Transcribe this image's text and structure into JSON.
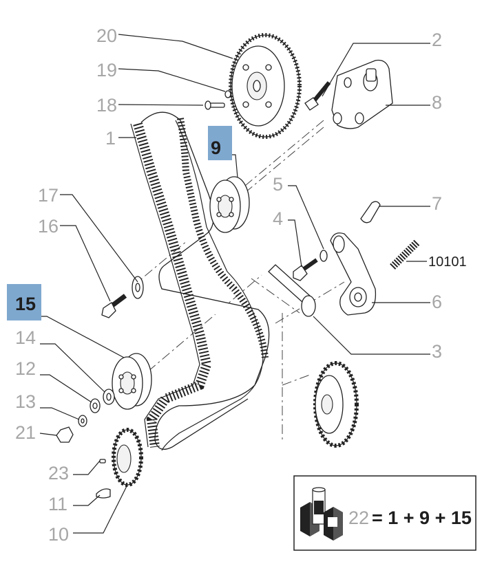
{
  "callouts": [
    {
      "id": "20",
      "text": "20",
      "highlight": false
    },
    {
      "id": "19",
      "text": "19",
      "highlight": false
    },
    {
      "id": "18",
      "text": "18",
      "highlight": false
    },
    {
      "id": "1",
      "text": "1",
      "highlight": false
    },
    {
      "id": "17",
      "text": "17",
      "highlight": false
    },
    {
      "id": "16",
      "text": "16",
      "highlight": false
    },
    {
      "id": "15",
      "text": "15",
      "highlight": true
    },
    {
      "id": "14",
      "text": "14",
      "highlight": false
    },
    {
      "id": "12",
      "text": "12",
      "highlight": false
    },
    {
      "id": "13",
      "text": "13",
      "highlight": false
    },
    {
      "id": "21",
      "text": "21",
      "highlight": false
    },
    {
      "id": "23",
      "text": "23",
      "highlight": false
    },
    {
      "id": "11",
      "text": "11",
      "highlight": false
    },
    {
      "id": "10",
      "text": "10",
      "highlight": false
    },
    {
      "id": "9",
      "text": "9",
      "highlight": true
    },
    {
      "id": "2",
      "text": "2",
      "highlight": false
    },
    {
      "id": "8",
      "text": "8",
      "highlight": false
    },
    {
      "id": "5",
      "text": "5",
      "highlight": false
    },
    {
      "id": "4",
      "text": "4",
      "highlight": false
    },
    {
      "id": "7",
      "text": "7",
      "highlight": false
    },
    {
      "id": "10101",
      "text": "10101",
      "highlight": false
    },
    {
      "id": "6",
      "text": "6",
      "highlight": false
    },
    {
      "id": "3",
      "text": "3",
      "highlight": false
    }
  ],
  "kit": {
    "label": "22",
    "formula": "= 1 + 9 + 15"
  },
  "colors": {
    "highlight_box": "#7fa8cf",
    "callout_text": "#a6a6a6",
    "callout_text_highlight": "#1e1e1e",
    "lines": "#222222"
  }
}
